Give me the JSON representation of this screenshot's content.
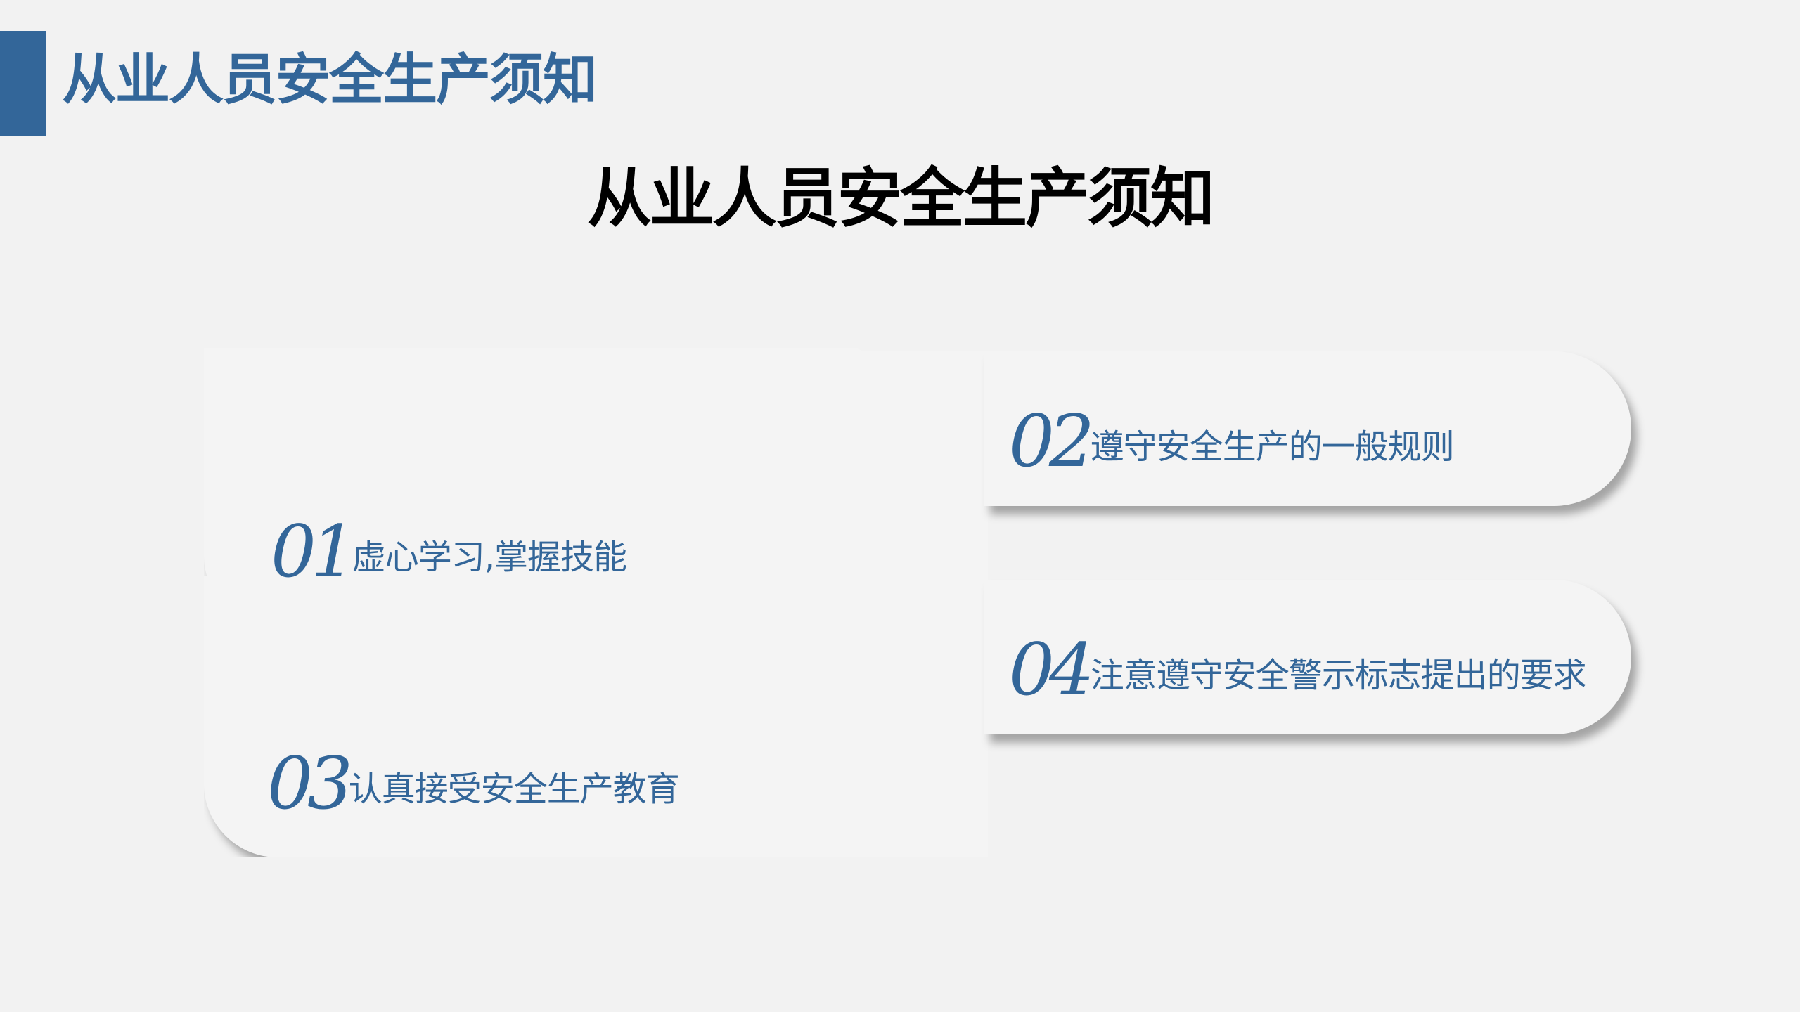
{
  "header": {
    "title": "从业人员安全生产须知"
  },
  "main": {
    "title": "从业人员安全生产须知"
  },
  "items": [
    {
      "number": "01",
      "text": "虚心学习,掌握技能"
    },
    {
      "number": "02",
      "text": "遵守安全生产的一般规则"
    },
    {
      "number": "03",
      "text": "认真接受安全生产教育"
    },
    {
      "number": "04",
      "text": "注意遵守安全警示标志提出的要求"
    }
  ],
  "colors": {
    "accent": "#336699",
    "background": "#f2f2f2",
    "card": "#f4f4f4"
  }
}
